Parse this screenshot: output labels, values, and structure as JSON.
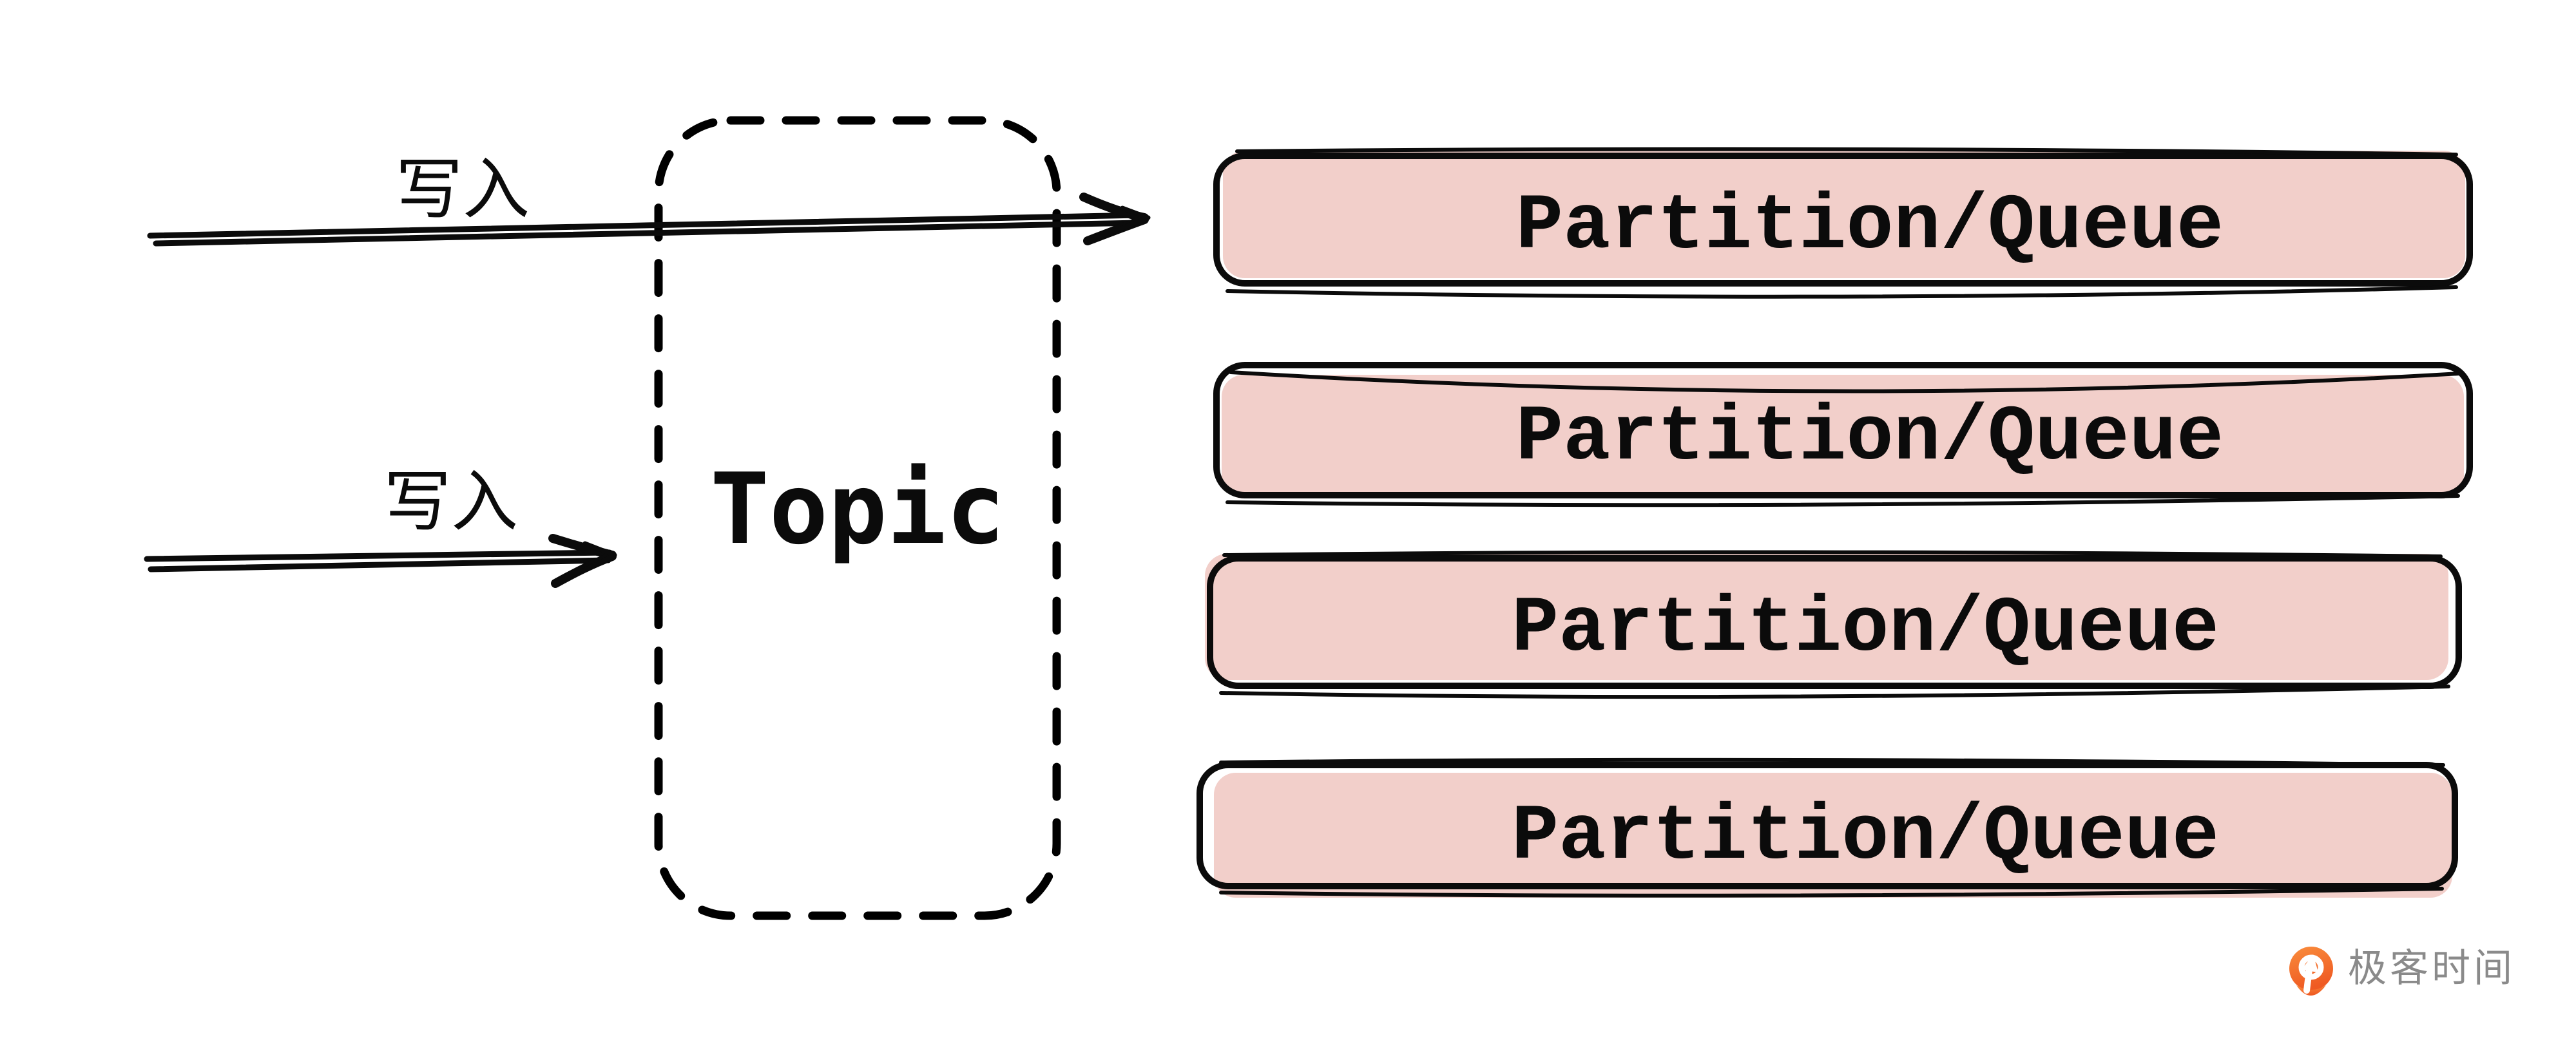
{
  "diagram": {
    "topic": {
      "label": "Topic"
    },
    "arrows": [
      {
        "label": "写入"
      },
      {
        "label": "写入"
      }
    ],
    "partitions": [
      {
        "label": "Partition/Queue"
      },
      {
        "label": "Partition/Queue"
      },
      {
        "label": "Partition/Queue"
      },
      {
        "label": "Partition/Queue"
      }
    ],
    "colors": {
      "partition_fill": "#f2cfca",
      "ink": "#0b0b0b",
      "watermark_text": "#8a8a8a",
      "watermark_orange_top": "#f98d3d",
      "watermark_orange_bottom": "#ef5a22"
    }
  },
  "watermark": {
    "brand": "极客时间"
  }
}
